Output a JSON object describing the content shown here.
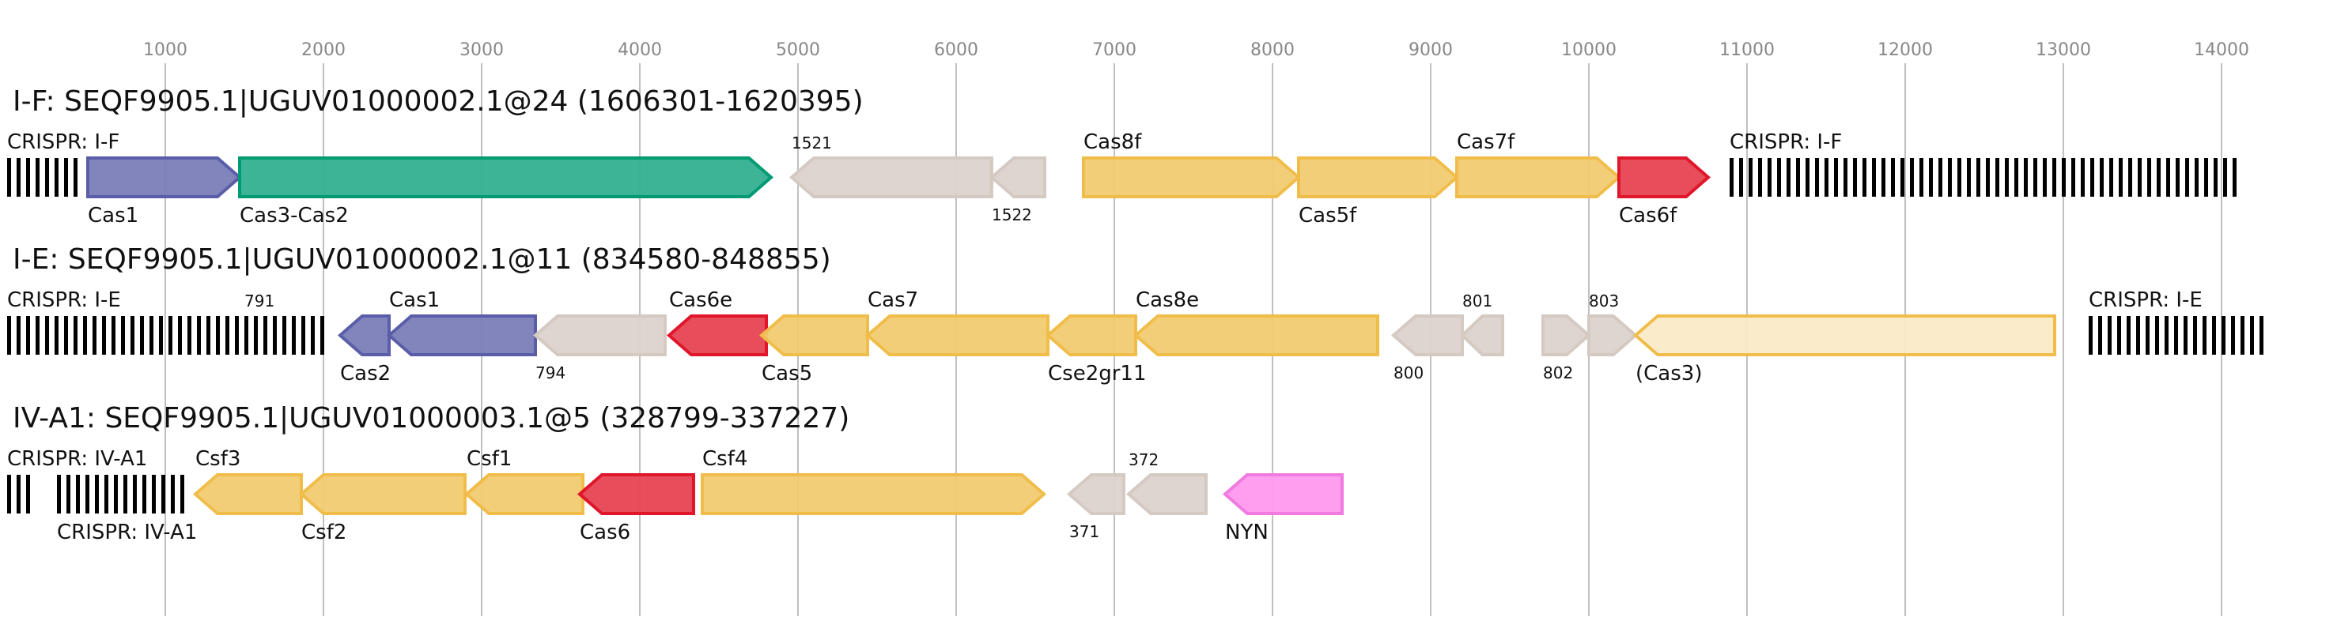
{
  "axis": {
    "ticks": [
      1000,
      2000,
      3000,
      4000,
      5000,
      6000,
      7000,
      8000,
      9000,
      10000,
      11000,
      12000,
      13000,
      14000
    ],
    "unit": "bp"
  },
  "colors": {
    "blue": {
      "fill": "#7b7db8",
      "stroke": "#5a5ea8"
    },
    "green": {
      "fill": "#33b08f",
      "stroke": "#009a73"
    },
    "grey": {
      "fill": "#dcd3cd",
      "stroke": "#d4cac2"
    },
    "yellow": {
      "fill": "#f2cb72",
      "stroke": "#f0bd4a"
    },
    "paleyellow": {
      "fill": "#faebc8",
      "stroke": "#f0bd4a"
    },
    "red": {
      "fill": "#e64352",
      "stroke": "#e0162b"
    },
    "pink": {
      "fill": "#ff99ee",
      "stroke": "#f07be0"
    },
    "crispr": "#000000",
    "grid": "#c0c0c0"
  },
  "rows": [
    {
      "title": "I-F: SEQF9905.1|UGUV01000002.1@24 (1606301-1620395)",
      "features": [
        {
          "type": "crispr",
          "label": "CRISPR: I-F",
          "start": 0,
          "end": 455
        },
        {
          "type": "gene",
          "label": "Cas1",
          "start": 510,
          "end": 1470,
          "strand": "+",
          "color": "blue",
          "pos": "above"
        },
        {
          "type": "gene",
          "label": "Cas3-Cas2",
          "start": 1470,
          "end": 4830,
          "strand": "+",
          "color": "green",
          "pos": "below"
        },
        {
          "type": "gene",
          "label": "1521",
          "start": 4960,
          "end": 6225,
          "strand": "-",
          "color": "grey",
          "pos": "above",
          "small": true
        },
        {
          "type": "gene",
          "label": "1522",
          "start": 6225,
          "end": 6560,
          "strand": "-",
          "color": "grey",
          "pos": "below",
          "small": true
        },
        {
          "type": "gene",
          "label": "Cas8f",
          "start": 6805,
          "end": 8165,
          "strand": "+",
          "color": "yellow",
          "pos": "above"
        },
        {
          "type": "gene",
          "label": "Cas5f",
          "start": 8165,
          "end": 9165,
          "strand": "+",
          "color": "yellow",
          "pos": "below"
        },
        {
          "type": "gene",
          "label": "Cas7f",
          "start": 9165,
          "end": 10190,
          "strand": "+",
          "color": "yellow",
          "pos": "above"
        },
        {
          "type": "gene",
          "label": "Cas6f",
          "start": 10190,
          "end": 10755,
          "strand": "+",
          "color": "red",
          "pos": "below"
        },
        {
          "type": "crispr",
          "label": "CRISPR: I-F",
          "start": 10890,
          "end": 14100
        }
      ]
    },
    {
      "title": "I-E: SEQF9905.1|UGUV01000002.1@11 (834580-848855)",
      "features": [
        {
          "type": "crispr",
          "label": "CRISPR: I-E",
          "start": 0,
          "end": 2040
        },
        {
          "type": "text",
          "label": "791",
          "start": 1500,
          "pos": "above",
          "small": true
        },
        {
          "type": "gene",
          "label": "Cas2",
          "start": 2105,
          "end": 2415,
          "strand": "-",
          "color": "blue",
          "pos": "below"
        },
        {
          "type": "gene",
          "label": "Cas1",
          "start": 2415,
          "end": 3340,
          "strand": "-",
          "color": "blue",
          "pos": "above"
        },
        {
          "type": "gene",
          "label": "794",
          "start": 3340,
          "end": 4160,
          "strand": "-",
          "color": "grey",
          "pos": "below",
          "small": true
        },
        {
          "type": "gene",
          "label": "Cas6e",
          "start": 4185,
          "end": 4800,
          "strand": "-",
          "color": "red",
          "pos": "above"
        },
        {
          "type": "gene",
          "label": "Cas5",
          "start": 4770,
          "end": 5440,
          "strand": "-",
          "color": "yellow",
          "pos": "below"
        },
        {
          "type": "gene",
          "label": "Cas7",
          "start": 5440,
          "end": 6580,
          "strand": "-",
          "color": "yellow",
          "pos": "above"
        },
        {
          "type": "gene",
          "label": "Cse2gr11",
          "start": 6580,
          "end": 7135,
          "strand": "-",
          "color": "yellow",
          "pos": "below"
        },
        {
          "type": "gene",
          "label": "Cas8e",
          "start": 7135,
          "end": 8665,
          "strand": "-",
          "color": "yellow",
          "pos": "above"
        },
        {
          "type": "gene",
          "label": "800",
          "start": 8765,
          "end": 9200,
          "strand": "-",
          "color": "grey",
          "pos": "below",
          "small": true
        },
        {
          "type": "gene",
          "label": "801",
          "start": 9200,
          "end": 9455,
          "strand": "-",
          "color": "grey",
          "pos": "above",
          "small": true
        },
        {
          "type": "gene",
          "label": "802",
          "start": 9710,
          "end": 10000,
          "strand": "+",
          "color": "grey",
          "pos": "below",
          "small": true
        },
        {
          "type": "gene",
          "label": "803",
          "start": 10000,
          "end": 10295,
          "strand": "+",
          "color": "grey",
          "pos": "above",
          "small": true
        },
        {
          "type": "gene",
          "label": "(Cas3)",
          "start": 10295,
          "end": 12945,
          "strand": "-",
          "color": "paleyellow",
          "pos": "below"
        },
        {
          "type": "crispr",
          "label": "CRISPR: I-E",
          "start": 13160,
          "end": 14280
        }
      ]
    },
    {
      "title": "IV-A1: SEQF9905.1|UGUV01000003.1@5 (328799-337227)",
      "features": [
        {
          "type": "crispr",
          "label": "CRISPR: IV-A1",
          "start": 0,
          "end": 155
        },
        {
          "type": "crispr",
          "label": "CRISPR: IV-A1",
          "start": 315,
          "end": 1135
        },
        {
          "type": "gene",
          "label": "Csf3",
          "start": 1190,
          "end": 1860,
          "strand": "-",
          "color": "yellow",
          "pos": "above"
        },
        {
          "type": "gene",
          "label": "Csf2",
          "start": 1860,
          "end": 2895,
          "strand": "-",
          "color": "yellow",
          "pos": "below"
        },
        {
          "type": "gene",
          "label": "Csf1",
          "start": 2905,
          "end": 3640,
          "strand": "-",
          "color": "yellow",
          "pos": "above"
        },
        {
          "type": "gene",
          "label": "Cas6",
          "start": 3620,
          "end": 4340,
          "strand": "-",
          "color": "red",
          "pos": "below"
        },
        {
          "type": "gene",
          "label": "Csf4",
          "start": 4395,
          "end": 6555,
          "strand": "+",
          "color": "yellow",
          "pos": "above"
        },
        {
          "type": "gene",
          "label": "371",
          "start": 6715,
          "end": 7060,
          "strand": "-",
          "color": "grey",
          "pos": "below",
          "small": true
        },
        {
          "type": "gene",
          "label": "372",
          "start": 7090,
          "end": 7580,
          "strand": "-",
          "color": "grey",
          "pos": "above",
          "small": true
        },
        {
          "type": "gene",
          "label": "NYN",
          "start": 7700,
          "end": 8440,
          "strand": "-",
          "color": "pink",
          "pos": "below"
        }
      ]
    }
  ]
}
